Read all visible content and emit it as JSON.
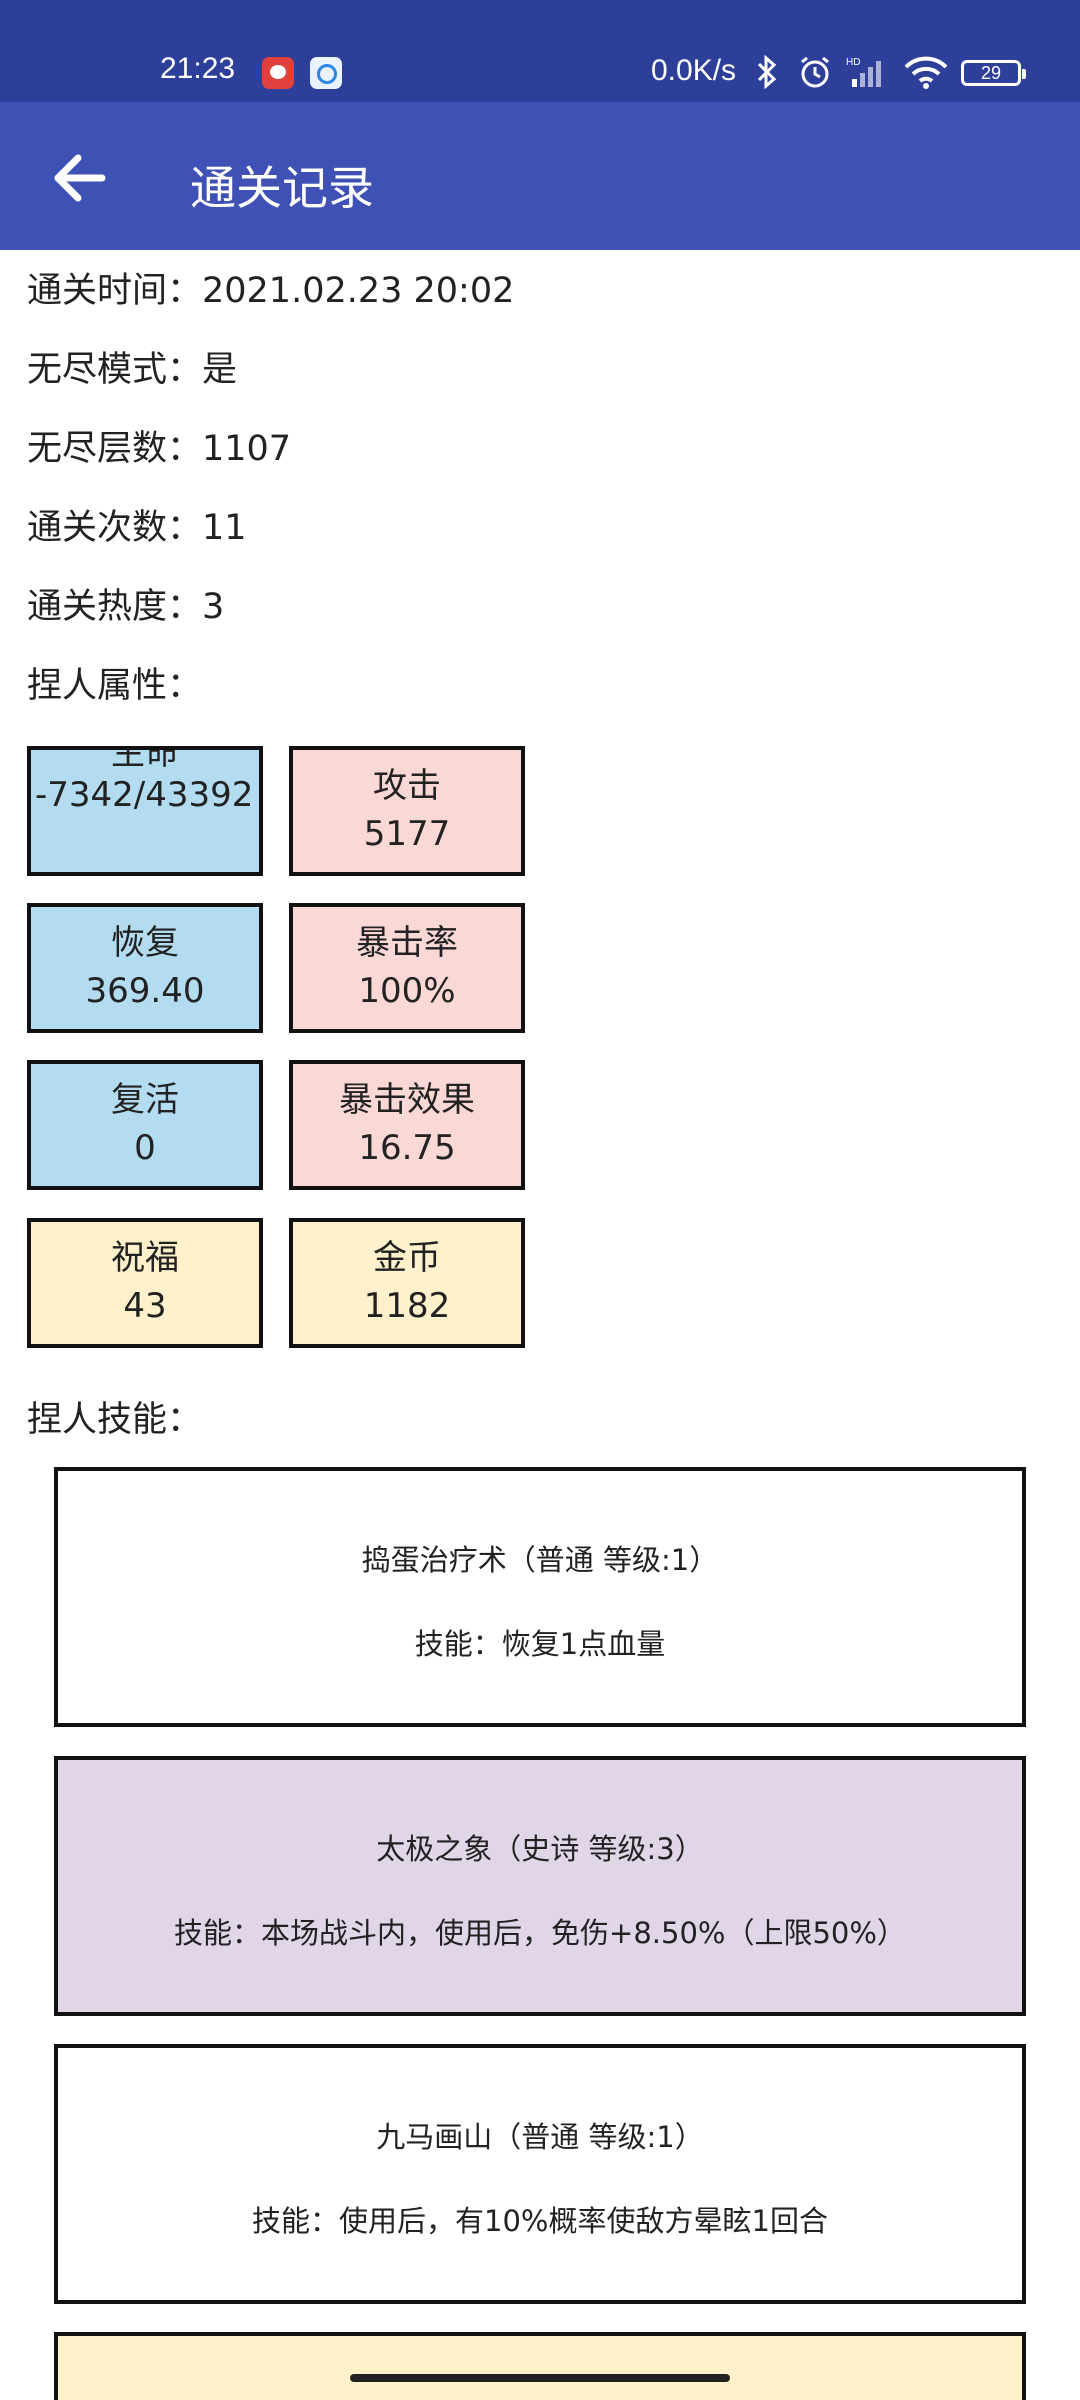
{
  "status_bar": {
    "time": "21:23",
    "net_speed": "0.0K/s",
    "battery": "29",
    "icons": [
      "app-notification-icon",
      "chat-app-icon",
      "bluetooth-icon",
      "alarm-icon",
      "hd-signal-icon",
      "wifi-icon",
      "battery-icon"
    ]
  },
  "app_bar": {
    "title": "通关记录"
  },
  "info": {
    "clear_time": "通关时间：2021.02.23 20:02",
    "endless_mode": "无尽模式：是",
    "endless_floors": "无尽层数：1107",
    "clear_count": "通关次数：11",
    "clear_heat": "通关热度：3",
    "attributes_heading": "捏人属性：",
    "skills_heading": "捏人技能："
  },
  "stats": [
    {
      "label": "生命",
      "value": "-7342/43392",
      "color": "#b3dcf0"
    },
    {
      "label": "攻击",
      "value": "5177",
      "color": "#f9d8d6"
    },
    {
      "label": "恢复",
      "value": "369.40",
      "color": "#b3dcf0"
    },
    {
      "label": "暴击率",
      "value": "100%",
      "color": "#f9d8d6"
    },
    {
      "label": "复活",
      "value": "0",
      "color": "#b3dcf0"
    },
    {
      "label": "暴击效果",
      "value": "16.75",
      "color": "#f9d8d6"
    },
    {
      "label": "祝福",
      "value": "43",
      "color": "#fff1cc"
    },
    {
      "label": "金币",
      "value": "1182",
      "color": "#fff1cc"
    }
  ],
  "skills": [
    {
      "name": "捣蛋治疗术（普通 等级:1）",
      "desc": "技能：恢复1点血量",
      "color": "#ffffff"
    },
    {
      "name": "太极之象（史诗 等级:3）",
      "desc": "技能：本场战斗内，使用后，免伤+8.50%（上限50%）",
      "color": "#e0d6e8"
    },
    {
      "name": "九马画山（普通 等级:1）",
      "desc": "技能：使用后，有10%概率使敌方晕眩1回合",
      "color": "#ffffff"
    }
  ]
}
